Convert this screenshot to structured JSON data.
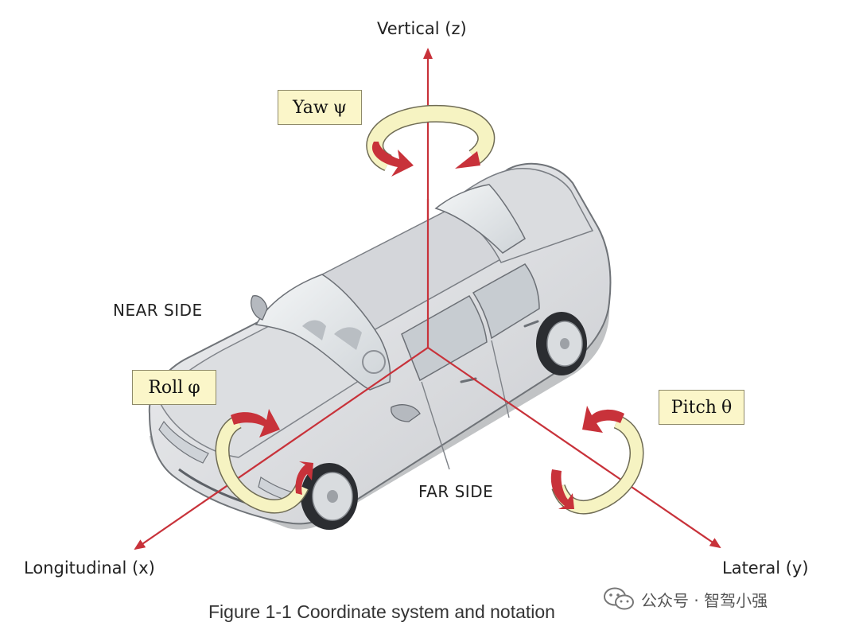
{
  "axes": {
    "vertical": "Vertical (z)",
    "longitudinal": "Longitudinal (x)",
    "lateral": "Lateral (y)"
  },
  "sides": {
    "near": "NEAR SIDE",
    "far": "FAR SIDE"
  },
  "rotations": {
    "yaw": {
      "name": "Yaw",
      "symbol": "ψ"
    },
    "roll": {
      "name": "Roll",
      "symbol": "φ"
    },
    "pitch": {
      "name": "Pitch",
      "symbol": "θ"
    }
  },
  "caption": "Figure 1-1 Coordinate system and notation",
  "watermark": {
    "text": "公众号 · 智驾小强"
  },
  "colors": {
    "axis": "#c8323a",
    "arrow_ring": "#f6f3c2",
    "label_box": "#fbf6c9",
    "car_body": "#e6e7ea"
  }
}
